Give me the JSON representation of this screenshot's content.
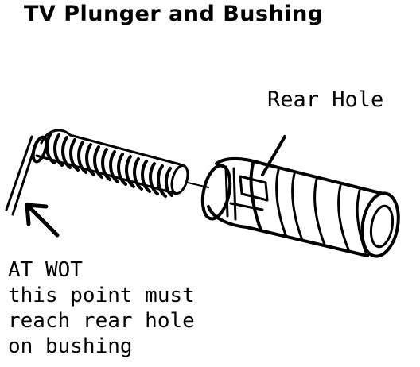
{
  "title": "TV Plunger and Bushing",
  "labels": {
    "rear_hole": "Rear Hole",
    "note_lines": [
      "AT WOT",
      "this point must",
      "reach rear hole",
      "on bushing"
    ]
  }
}
